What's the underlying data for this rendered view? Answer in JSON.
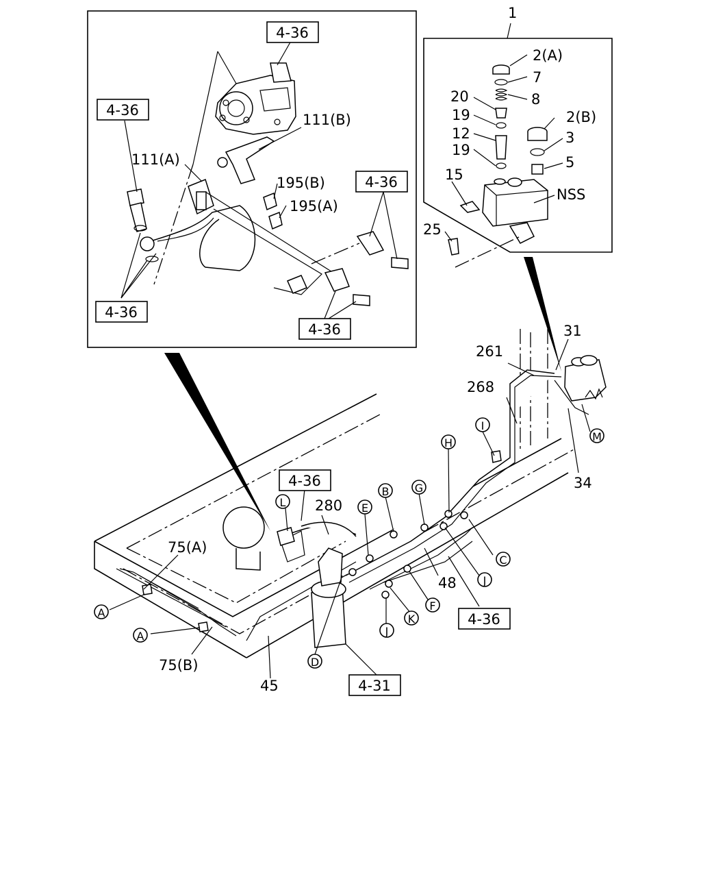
{
  "labels": {
    "item_1": "1",
    "item_2a": "2(A)",
    "item_7": "7",
    "item_8": "8",
    "item_20": "20",
    "item_19_top": "19",
    "item_2b": "2(B)",
    "item_12": "12",
    "item_3": "3",
    "item_19_bottom": "19",
    "item_5": "5",
    "item_15": "15",
    "item_nss": "NSS",
    "item_25": "25",
    "item_111b": "111(B)",
    "item_111a": "111(A)",
    "item_195b": "195(B)",
    "item_195a": "195(A)",
    "item_31": "31",
    "item_261": "261",
    "item_268": "268",
    "item_34": "34",
    "item_280": "280",
    "item_48": "48",
    "item_75a": "75(A)",
    "item_75b": "75(B)",
    "item_45": "45"
  },
  "refs": {
    "ref_top": "4-36",
    "ref_left": "4-36",
    "ref_right": "4-36",
    "ref_bottom_left": "4-36",
    "ref_bottom_center": "4-36",
    "ref_frame_left": "4-36",
    "ref_frame_right": "4-36",
    "ref_frame_bottom": "4-31"
  },
  "callouts": {
    "A1": "A",
    "A2": "A",
    "B": "B",
    "C": "C",
    "D": "D",
    "E": "E",
    "F": "F",
    "G": "G",
    "H": "H",
    "I": "I",
    "J1": "J",
    "J2": "J",
    "K": "K",
    "L": "L",
    "M": "M"
  },
  "icons": [
    "injection-pump-icon",
    "reservoir-tank-icon",
    "bolt-icon",
    "frame-rail-icon"
  ]
}
